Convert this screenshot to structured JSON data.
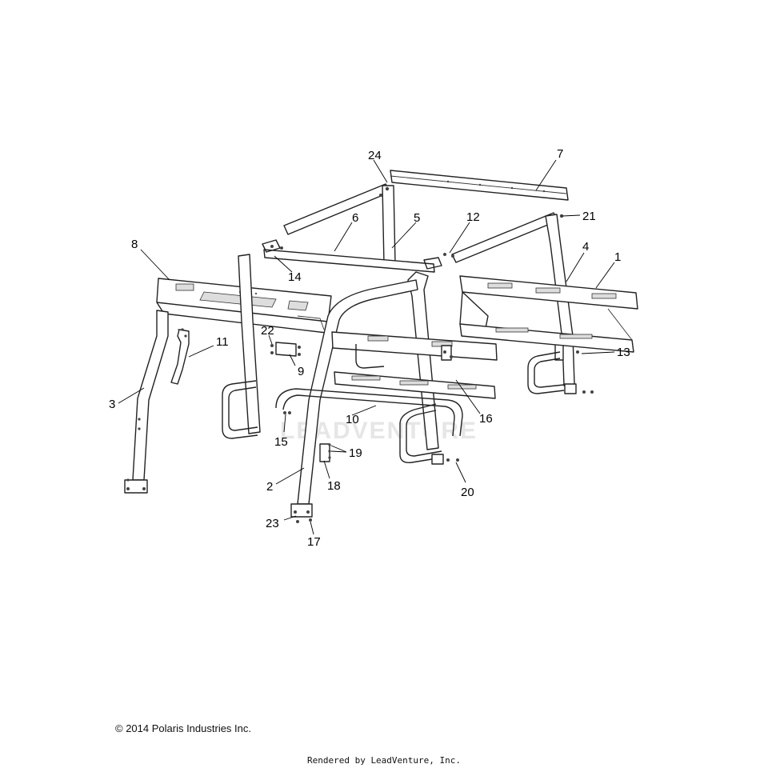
{
  "watermark": "LEADVENTURE",
  "callouts": [
    "1",
    "2",
    "3",
    "4",
    "5",
    "6",
    "7",
    "8",
    "9",
    "10",
    "11",
    "12",
    "13",
    "14",
    "15",
    "16",
    "17",
    "18",
    "19",
    "20",
    "21",
    "22",
    "23",
    "24"
  ],
  "footer": {
    "copyright": "© 2014 Polaris Industries Inc.",
    "rendered_by": "Rendered by LeadVenture, Inc."
  }
}
